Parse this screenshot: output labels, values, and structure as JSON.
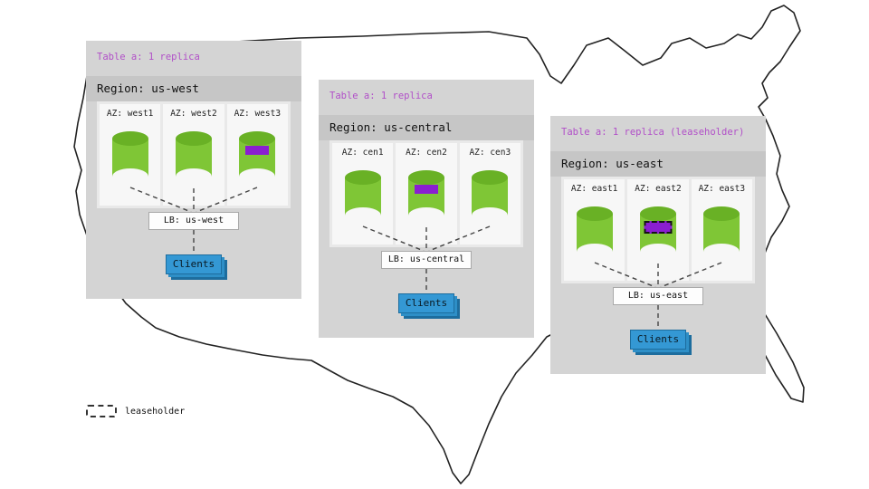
{
  "legend": {
    "label": "leaseholder"
  },
  "panels": [
    {
      "id": "us-west",
      "table_label": "Table a: 1 replica",
      "region_label": "Region: us-west",
      "azs": [
        {
          "label": "AZ: west1",
          "replica": false,
          "leaseholder": false
        },
        {
          "label": "AZ: west2",
          "replica": false,
          "leaseholder": false
        },
        {
          "label": "AZ: west3",
          "replica": true,
          "leaseholder": false
        }
      ],
      "lb_label": "LB: us-west",
      "clients_label": "Clients"
    },
    {
      "id": "us-central",
      "table_label": "Table a: 1 replica",
      "region_label": "Region: us-central",
      "azs": [
        {
          "label": "AZ: cen1",
          "replica": false,
          "leaseholder": false
        },
        {
          "label": "AZ: cen2",
          "replica": true,
          "leaseholder": false
        },
        {
          "label": "AZ: cen3",
          "replica": false,
          "leaseholder": false
        }
      ],
      "lb_label": "LB: us-central",
      "clients_label": "Clients"
    },
    {
      "id": "us-east",
      "table_label": "Table a: 1 replica (leaseholder)",
      "region_label": "Region: us-east",
      "azs": [
        {
          "label": "AZ: east1",
          "replica": false,
          "leaseholder": false
        },
        {
          "label": "AZ: east2",
          "replica": true,
          "leaseholder": true
        },
        {
          "label": "AZ: east3",
          "replica": false,
          "leaseholder": false
        }
      ],
      "lb_label": "LB: us-east",
      "clients_label": "Clients"
    }
  ],
  "colors": {
    "table-label": "#b14fc8",
    "replica": "#8a1fd0",
    "cylinder": "#7fc636",
    "cylinder-top": "#69b125",
    "clients": "#3498d4",
    "clients-shadow": "#1d6d9e",
    "panel-bg": "#d4d4d4",
    "region-band-bg": "#c6c6c6",
    "az-area-bg": "#e9e9e9",
    "az-col-bg": "#f7f7f7",
    "connector": "#444444",
    "map-outline": "#222222"
  }
}
